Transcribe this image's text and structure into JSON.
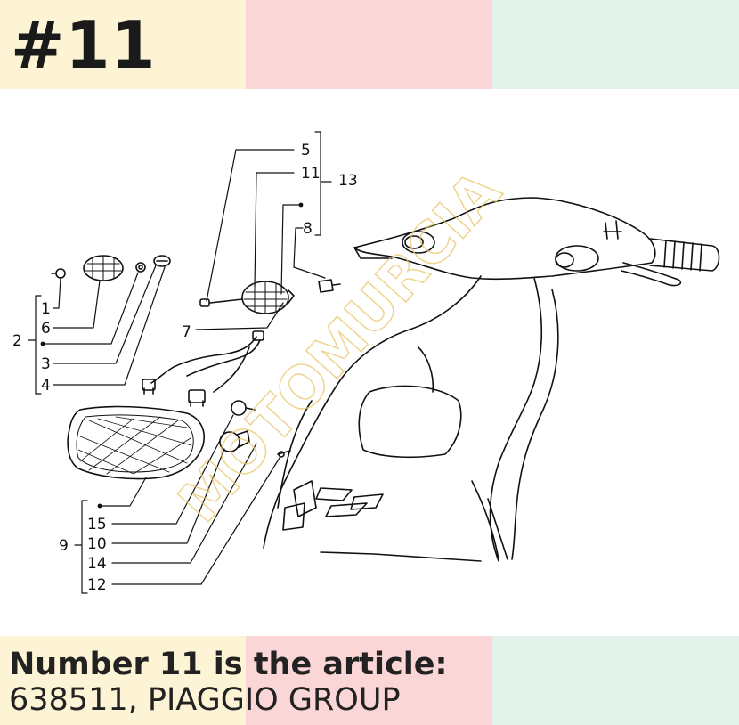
{
  "header": {
    "heading": "#11",
    "band_colors": [
      "#fdf3d5",
      "#fad6d6",
      "#e2f2ea"
    ]
  },
  "footer": {
    "caption_line1": "Number 11 is the article:",
    "caption_line2": "638511, PIAGGIO GROUP"
  },
  "diagram": {
    "watermark": "MOTOMURCIA",
    "part_labels": {
      "p1": "1",
      "p2": "2",
      "p3": "3",
      "p4": "4",
      "p5": "5",
      "p6": "6",
      "p7": "7",
      "p8": "8",
      "p9": "9",
      "p10": "10",
      "p11": "11",
      "p12": "12",
      "p13": "13",
      "p14": "14",
      "p15": "15"
    }
  }
}
